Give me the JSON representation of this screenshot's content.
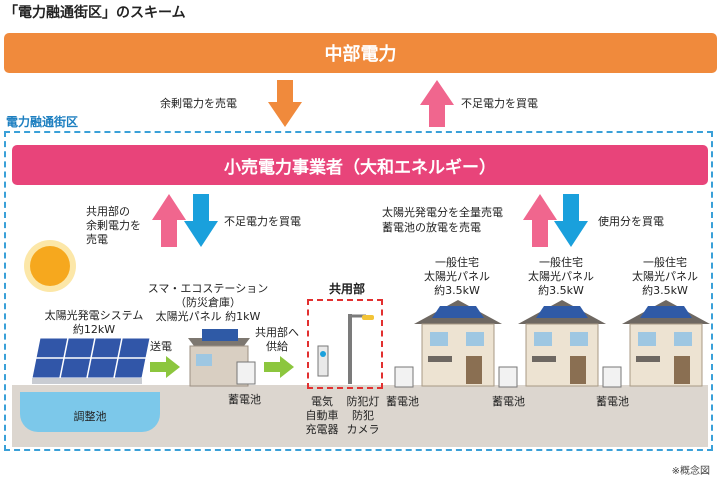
{
  "title": "「電力融通街区」のスキーム",
  "utility": "中部電力",
  "flows_top": {
    "sell_surplus": "余剰電力を売電",
    "buy_shortage": "不足電力を買電"
  },
  "zone_label": "電力融通街区",
  "retailer": "小売電力事業者（大和エネルギー）",
  "flows_left": {
    "common_surplus_line1": "共用部の",
    "common_surplus_line2": "余剰電力を",
    "common_surplus_line3": "売電",
    "shortage": "不足電力を買電"
  },
  "flows_right": {
    "sell_all_line1": "太陽光発電分を全量売電",
    "sell_all_line2": "蓄電池の放電を売電",
    "buy_usage": "使用分を買電"
  },
  "solar_system": {
    "line1": "太陽光発電システム",
    "line2": "約12kW",
    "pool": "調整池"
  },
  "eco_station": {
    "line1": "スマ・エコステーション",
    "line2": "（防災倉庫）",
    "line3": "太陽光パネル 約1kW",
    "battery": "蓄電池"
  },
  "transfer": {
    "send": "送電",
    "supply_line1": "共用部へ",
    "supply_line2": "供給"
  },
  "common_area": {
    "heading": "共用部",
    "ev_line1": "電気",
    "ev_line2": "自動車",
    "ev_line3": "充電器",
    "light_line1": "防犯灯",
    "light_line2": "防犯",
    "light_line3": "カメラ"
  },
  "houses": [
    {
      "line1": "一般住宅",
      "line2": "太陽光パネル",
      "line3": "約3.5kW",
      "battery": "蓄電池"
    },
    {
      "line1": "一般住宅",
      "line2": "太陽光パネル",
      "line3": "約3.5kW",
      "battery": "蓄電池"
    },
    {
      "line1": "一般住宅",
      "line2": "太陽光パネル",
      "line3": "約3.5kW",
      "battery": "蓄電池"
    }
  ],
  "note": "※概念図",
  "colors": {
    "utility": "#f08a3c",
    "retailer": "#e8447a",
    "zone_border": "#3aa0d8",
    "arrow_pink": "#f0668e",
    "arrow_blue": "#1aa0dc",
    "arrow_green": "#8cc63e",
    "arrow_orange": "#f08a3c"
  }
}
